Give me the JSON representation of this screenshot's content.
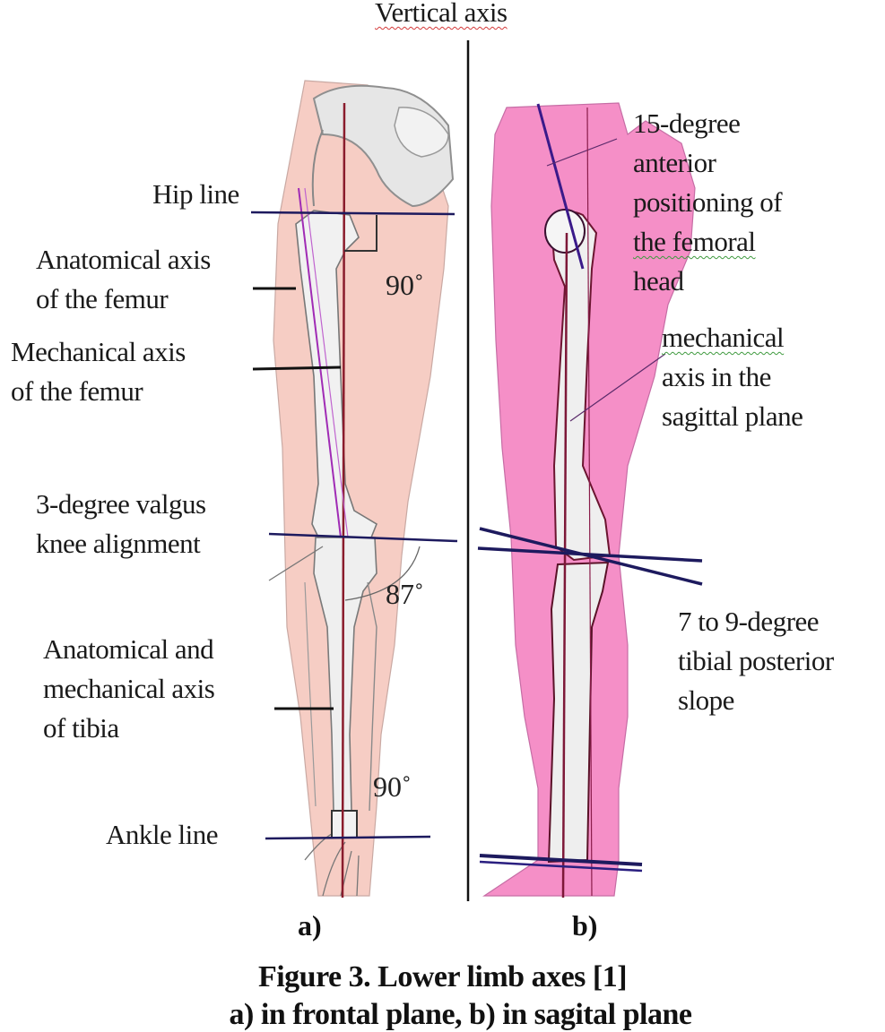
{
  "header": {
    "vertical_axis_label": "Vertical axis"
  },
  "panel_a": {
    "tag": "a)",
    "labels": {
      "hip_line": "Hip line",
      "anatomical_axis_femur": [
        "Anatomical axis",
        "of the femur"
      ],
      "mechanical_axis_femur": [
        "Mechanical axis",
        "of the femur"
      ],
      "valgus_knee": [
        "3-degree valgus",
        "knee alignment"
      ],
      "tibia_axis": [
        "Anatomical and",
        "mechanical axis",
        "of tibia"
      ],
      "ankle_line": "Ankle line"
    },
    "angles": {
      "hip": "90˚",
      "knee": "87˚",
      "ankle": "90˚"
    }
  },
  "panel_b": {
    "tag": "b)",
    "labels": {
      "femoral_head": [
        "15-degree",
        "anterior",
        "positioning of",
        "the  femoral",
        "head"
      ],
      "sagittal_axis": [
        "mechanical",
        "axis in the",
        "sagittal plane"
      ],
      "tibial_slope": [
        "7 to 9-degree",
        "tibial posterior",
        "slope"
      ]
    }
  },
  "caption": {
    "title": "Figure 3. Lower limb axes [1]",
    "subtitle": "a) in frontal plane, b) in sagital plane"
  },
  "colors": {
    "skin_a": "#f6cdc4",
    "skin_b": "#f58fc7",
    "bone": "#eeeeee",
    "axis_dark_red": "#8a1c2c",
    "axis_purple": "#a02bb5",
    "line_navy": "#1d1a5e",
    "text": "#1a1a1a"
  }
}
